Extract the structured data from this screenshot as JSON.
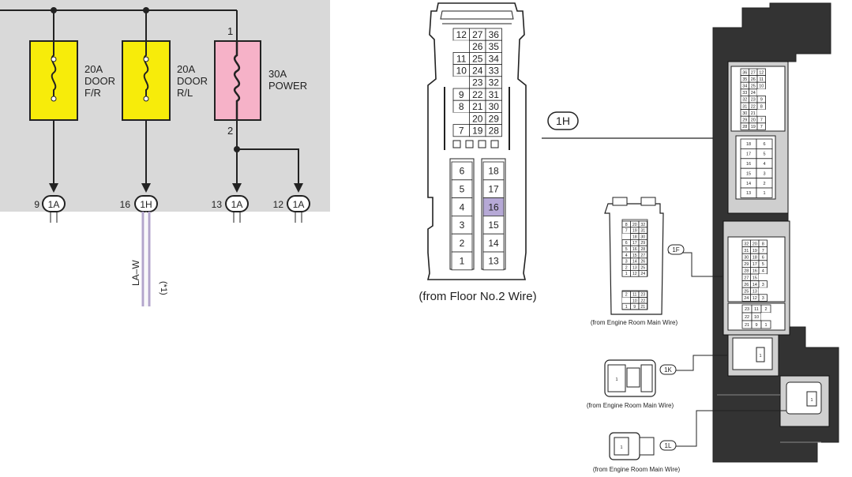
{
  "colors": {
    "panel_bg": "#d8d8d8",
    "fuse_yellow": "#f7ec0a",
    "fuse_pink": "#f6b2c8",
    "wire_violet": "#b3a6cc",
    "highlight_pin": "#b6a9d6",
    "block_dark": "#333333"
  },
  "fuses": [
    {
      "amp": "20A",
      "name_line1": "DOOR",
      "name_line2": "F/R"
    },
    {
      "amp": "20A",
      "name_line1": "DOOR",
      "name_line2": "R/L"
    },
    {
      "amp": "30A",
      "name_line1": "POWER",
      "name_line2": ""
    }
  ],
  "fuse_pins": {
    "top": "1",
    "bottom": "2"
  },
  "connectors_bottom": [
    {
      "pin": "9",
      "code": "1A"
    },
    {
      "pin": "16",
      "code": "1H"
    },
    {
      "pin": "13",
      "code": "1A"
    },
    {
      "pin": "12",
      "code": "1A"
    }
  ],
  "wire": {
    "color_code": "LA–W",
    "note": "(*1)"
  },
  "connector_1h": {
    "callout": "1H",
    "caption": "(from Floor No.2 Wire)",
    "top_rows": [
      [
        "12",
        "27",
        "36"
      ],
      [
        "",
        "26",
        "35"
      ],
      [
        "11",
        "25",
        "34"
      ],
      [
        "10",
        "24",
        "33"
      ],
      [
        "",
        "23",
        "32"
      ],
      [
        "9",
        "22",
        "31"
      ],
      [
        "8",
        "21",
        "30"
      ],
      [
        "",
        "20",
        "29"
      ],
      [
        "7",
        "19",
        "28"
      ]
    ],
    "left_col": [
      "6",
      "5",
      "4",
      "3",
      "2",
      "1"
    ],
    "right_col": [
      "18",
      "17",
      "16",
      "15",
      "14",
      "13"
    ],
    "highlighted_pin": "16"
  },
  "junction_block": {
    "top_grid": [
      [
        "36",
        "27",
        "12"
      ],
      [
        "35",
        "26",
        "11"
      ],
      [
        "34",
        "25",
        "10"
      ],
      [
        "33",
        "24",
        ""
      ],
      [
        "32",
        "23",
        "9"
      ],
      [
        "31",
        "22",
        "8"
      ],
      [
        "30",
        "21",
        ""
      ],
      [
        "29",
        "20",
        "7"
      ],
      [
        "28",
        "19",
        "7"
      ]
    ],
    "mid_left": [
      "18",
      "17",
      "16",
      "15",
      "14",
      "13"
    ],
    "mid_right": [
      "6",
      "5",
      "4",
      "3",
      "2",
      "1"
    ],
    "f_grid": [
      [
        "32",
        "20",
        "8"
      ],
      [
        "31",
        "19",
        "7"
      ],
      [
        "30",
        "18",
        "6"
      ],
      [
        "29",
        "17",
        "5"
      ],
      [
        "28",
        "16",
        "4"
      ],
      [
        "27",
        "15",
        ""
      ],
      [
        "26",
        "14",
        "3"
      ],
      [
        "25",
        "13",
        ""
      ],
      [
        "24",
        "12",
        "3"
      ]
    ],
    "f_bottom": [
      [
        "23",
        "11",
        "2"
      ],
      [
        "22",
        "10",
        ""
      ],
      [
        "21",
        "9",
        "1"
      ]
    ],
    "k_pin": "1",
    "l_pin": "1"
  },
  "side_connectors": [
    {
      "callout": "1F",
      "caption": "(from Engine Room Main Wire)",
      "rows": [
        [
          "8",
          "20",
          "32"
        ],
        [
          "7",
          "19",
          "31"
        ],
        [
          "",
          "18",
          "30"
        ],
        [
          "6",
          "17",
          "29"
        ],
        [
          "5",
          "16",
          "28"
        ],
        [
          "4",
          "15",
          "27"
        ],
        [
          "3",
          "14",
          "26"
        ],
        [
          "2",
          "13",
          "25"
        ],
        [
          "1",
          "12",
          "24"
        ]
      ],
      "bottom_rows": [
        [
          "2",
          "11",
          "23"
        ],
        [
          "",
          "10",
          "22"
        ],
        [
          "1",
          "9",
          "21"
        ]
      ]
    },
    {
      "callout": "1K",
      "caption": "(from Engine Room Main Wire)",
      "pin": "1"
    },
    {
      "callout": "1L",
      "caption": "(from Engine Room Main Wire)",
      "pin": "1"
    }
  ]
}
